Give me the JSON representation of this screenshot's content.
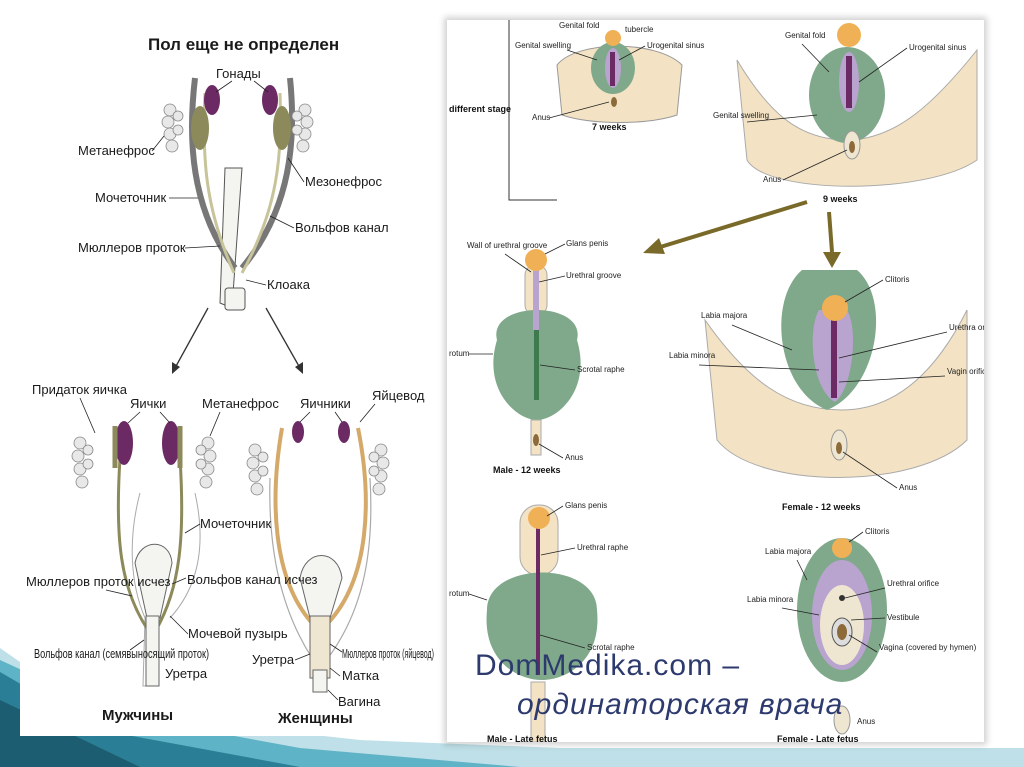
{
  "left": {
    "title": "Пол еще не определен",
    "top": {
      "gonads": "Гонады",
      "metanephros": "Метанефрос",
      "ureter": "Мочеточник",
      "mesonephros": "Мезонефрос",
      "wolffian_duct": "Вольфов канал",
      "mullerian_duct": "Мюллеров проток",
      "cloaca": "Клоака"
    },
    "male": {
      "epididymis": "Придаток яичка",
      "testes": "Яички",
      "mullerian_disappears": "Мюллеров проток исчез",
      "wolffian_duct_vas": "Вольфов канал (семявыносящий проток)",
      "urethra": "Уретра",
      "caption": "Мужчины"
    },
    "shared": {
      "metanephros": "Метанефрос",
      "ureter": "Мочеточник",
      "wolffian_disappears": "Вольфов канал исчез",
      "bladder": "Мочевой пузырь"
    },
    "female": {
      "ovaries": "Яичники",
      "oviduct": "Яйцевод",
      "mullerian_oviduct": "Мюллеров проток (яйцевод)",
      "urethra": "Уретра",
      "uterus": "Матка",
      "vagina": "Вагина",
      "caption": "Женщины"
    }
  },
  "right": {
    "stage_label": "different stage",
    "w7": {
      "genital_fold": "Genital fold",
      "genital_tubercle": "tubercle",
      "genital_swelling": "Genital swelling",
      "urogenital_sinus": "Urogenital sinus",
      "anus": "Anus",
      "caption": "7 weeks"
    },
    "w9": {
      "genital_fold": "Genital fold",
      "urogenital_sinus": "Urogenital sinus",
      "genital_swelling": "Genital swelling",
      "anus": "Anus",
      "caption": "9 weeks"
    },
    "m12": {
      "glans_penis": "Glans penis",
      "wall_urethral_groove": "Wall of urethral groove",
      "urethral_groove": "Urethral groove",
      "scrotum": "rotum",
      "scrotal_raphe": "Scrotal raphe",
      "anus": "Anus",
      "caption": "Male - 12 weeks"
    },
    "f12": {
      "clitoris": "Clitoris",
      "labia_majora": "Labia majora",
      "labia_minora": "Labia minora",
      "urethral_orifice": "Urethra orifice",
      "vaginal_orifice": "Vagin orific",
      "anus": "Anus",
      "caption": "Female - 12 weeks"
    },
    "mlate": {
      "glans_penis": "Glans penis",
      "urethral_raphe": "Urethral raphe",
      "scrotum": "rotum",
      "scrotal_raphe": "Scrotal raphe",
      "caption": "Male - Late fetus"
    },
    "flate": {
      "clitoris": "Clitoris",
      "labia_majora": "Labia majora",
      "urethral_orifice": "Urethral orifice",
      "labia_minora": "Labia minora",
      "vestibule": "Vestibule",
      "vagina": "Vagina (covered by hymen)",
      "anus": "Anus",
      "caption": "Female - Late fetus"
    }
  },
  "watermark": {
    "line1": "DomMedika.com –",
    "line2": "ординаторская врача"
  },
  "colors": {
    "green": "#7fa98a",
    "purple": "#6b2a63",
    "lavender": "#b9a3cf",
    "skin": "#f3e3c4",
    "orange": "#f0b055",
    "teal_band": "#2a7f96"
  }
}
